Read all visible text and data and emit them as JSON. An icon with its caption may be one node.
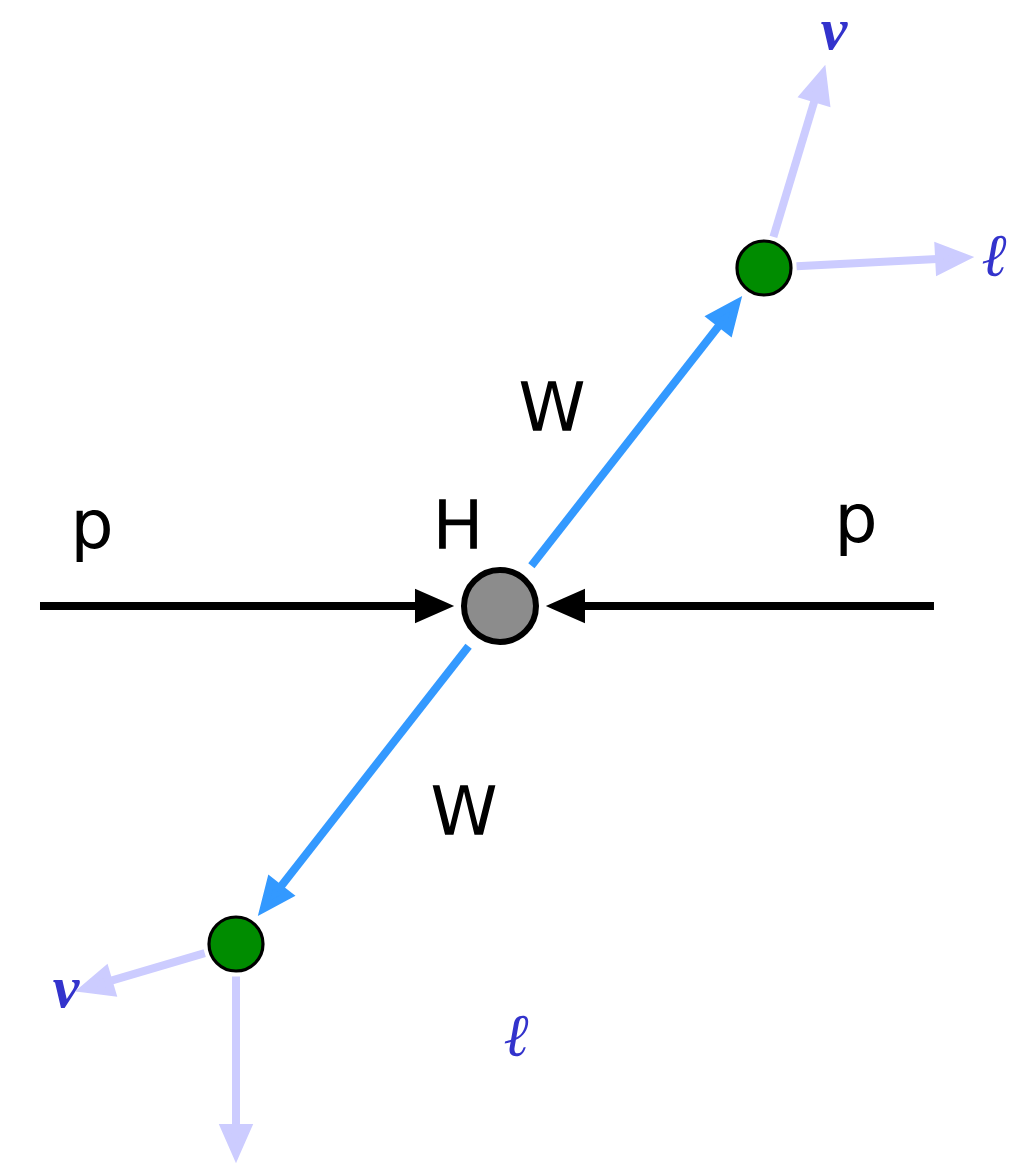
{
  "diagram": {
    "nodes": [
      {
        "text": [],
        "shape": "circle",
        "beside": [
          "H"
        ]
      },
      {
        "text": [],
        "shape": "circle"
      },
      {
        "text": [],
        "shape": "circle"
      },
      {
        "text": [
          "ν"
        ]
      },
      {
        "text": [
          "ℓ"
        ]
      },
      {
        "text": [
          "ν"
        ]
      }
    ],
    "edges": [
      {
        "from": null,
        "to": 0,
        "arrow": "to",
        "label": "p",
        "color": "#000000"
      },
      {
        "from": null,
        "to": 0,
        "arrow": "to",
        "label": "p",
        "color": "#000000"
      },
      {
        "from": 0,
        "to": 1,
        "arrow": "to",
        "label": "W",
        "color": "#3399ff"
      },
      {
        "from": 0,
        "to": 2,
        "arrow": "to",
        "label": "W",
        "color": "#3399ff"
      },
      {
        "from": 1,
        "to": 3,
        "arrow": "to"
      },
      {
        "from": 1,
        "to": 4,
        "arrow": "to"
      },
      {
        "from": 2,
        "to": 5,
        "arrow": "to"
      },
      {
        "from": 2,
        "to": null,
        "arrow": "to"
      }
    ],
    "labels": [
      "ℓ"
    ]
  }
}
